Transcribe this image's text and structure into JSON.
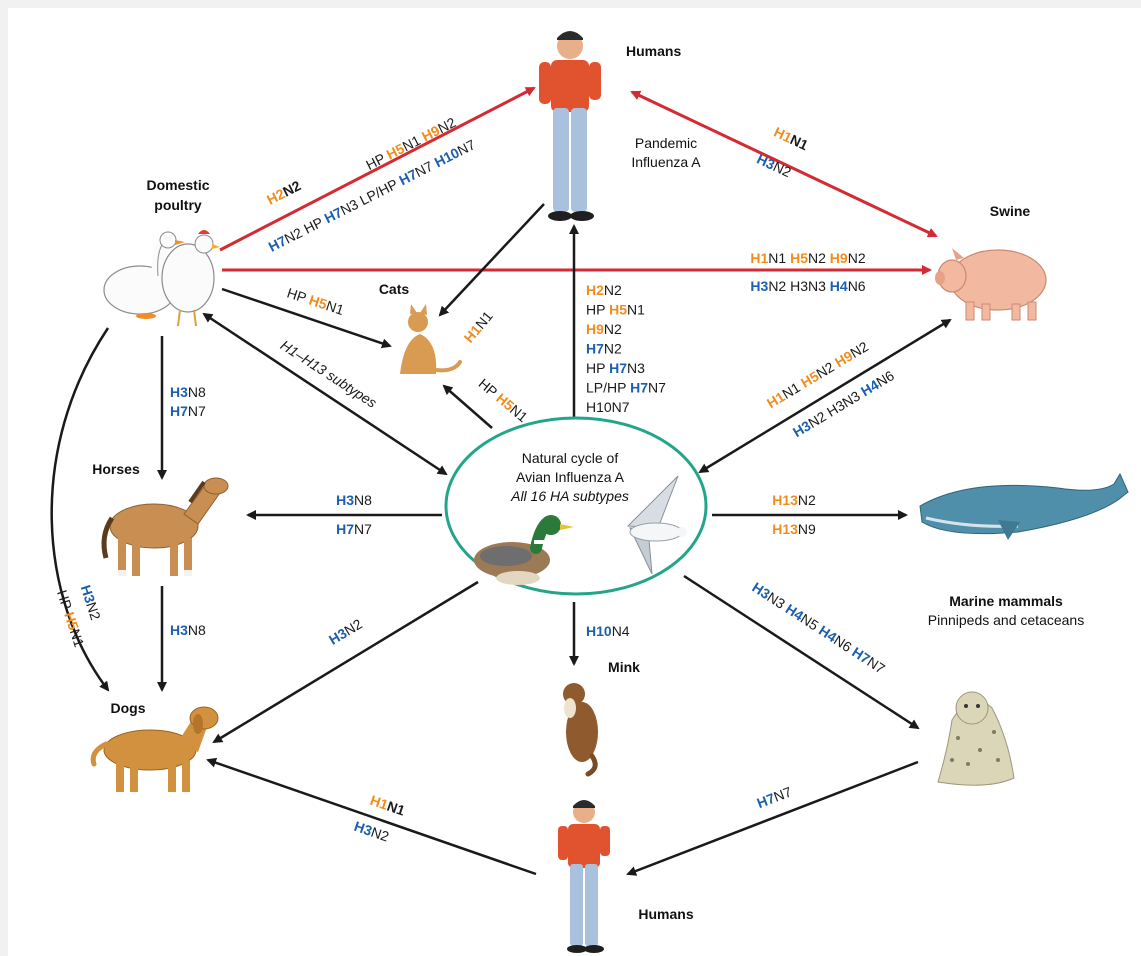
{
  "nodes": {
    "humans_top": "Humans",
    "humans_bottom": "Humans",
    "domestic_poultry_1": "Domestic",
    "domestic_poultry_2": "poultry",
    "swine": "Swine",
    "cats": "Cats",
    "horses": "Horses",
    "dogs": "Dogs",
    "mink": "Mink",
    "marine_mammals": "Marine mammals",
    "marine_mammals_sub": "Pinnipeds and cetaceans"
  },
  "center": {
    "line1": "Natural cycle of",
    "line2": "Avian Influenza A",
    "line3": "All 16 HA subtypes"
  },
  "notes": {
    "pandemic_1": "Pandemic",
    "pandemic_2": "Influenza A",
    "subtypes_range": "H1–H13 subtypes"
  },
  "labels": {
    "poultry_humans_1": [
      [
        "HP ",
        ""
      ],
      [
        "H5",
        "o"
      ],
      [
        "N1  ",
        ""
      ],
      [
        "H9",
        "o"
      ],
      [
        "N2",
        ""
      ]
    ],
    "poultry_humans_2": [
      [
        "H2",
        "o"
      ],
      [
        "N2",
        "bd"
      ]
    ],
    "poultry_humans_3": [
      [
        "H7",
        "b"
      ],
      [
        "N2  HP ",
        ""
      ],
      [
        "H7",
        "b"
      ],
      [
        "N3  LP/HP  ",
        ""
      ],
      [
        "H7",
        "b"
      ],
      [
        "N7  ",
        ""
      ],
      [
        "H10",
        "b"
      ],
      [
        "N7",
        ""
      ]
    ],
    "humans_swine_1": [
      [
        "H1",
        "o"
      ],
      [
        "N1",
        "bd"
      ]
    ],
    "humans_swine_2": [
      [
        "H3",
        "b"
      ],
      [
        "N2",
        ""
      ]
    ],
    "poultry_swine_1": [
      [
        "H1",
        "o"
      ],
      [
        "N1   ",
        ""
      ],
      [
        "H5",
        "o"
      ],
      [
        "N2   ",
        ""
      ],
      [
        "H9",
        "o"
      ],
      [
        "N2",
        ""
      ]
    ],
    "poultry_swine_2": [
      [
        "H3",
        "b"
      ],
      [
        "N2   H3N3   ",
        ""
      ],
      [
        "H4",
        "b"
      ],
      [
        "N6",
        ""
      ]
    ],
    "poultry_cats": [
      [
        "HP ",
        ""
      ],
      [
        "H5",
        "o"
      ],
      [
        "N1",
        ""
      ]
    ],
    "cats_humans": [
      [
        "H1",
        "o"
      ],
      [
        "N1",
        ""
      ]
    ],
    "cycle_cats": [
      [
        "HP ",
        ""
      ],
      [
        "H5",
        "o"
      ],
      [
        "N1",
        ""
      ]
    ],
    "cycle_humans": [
      [
        [
          "H2",
          "o"
        ],
        [
          "N2",
          ""
        ]
      ],
      [
        [
          "HP ",
          ""
        ],
        [
          "H5",
          "o"
        ],
        [
          "N1",
          ""
        ]
      ],
      [
        [
          "H9",
          "o"
        ],
        [
          "N2",
          ""
        ]
      ],
      [
        [
          "H7",
          "b"
        ],
        [
          "N2",
          ""
        ]
      ],
      [
        [
          "HP ",
          ""
        ],
        [
          "H7",
          "b"
        ],
        [
          "N3",
          ""
        ]
      ],
      [
        [
          "LP/HP ",
          ""
        ],
        [
          "H7",
          "b"
        ],
        [
          "N7",
          ""
        ]
      ],
      [
        [
          "H10N7",
          ""
        ]
      ]
    ],
    "cycle_swine_1": [
      [
        "H1",
        "o"
      ],
      [
        "N1  ",
        ""
      ],
      [
        "H5",
        "o"
      ],
      [
        "N2  ",
        ""
      ],
      [
        "H9",
        "o"
      ],
      [
        "N2",
        ""
      ]
    ],
    "cycle_swine_2": [
      [
        "H3",
        "b"
      ],
      [
        "N2  H3N3  ",
        ""
      ],
      [
        "H4",
        "b"
      ],
      [
        "N6",
        ""
      ]
    ],
    "poultry_horses_1": [
      [
        "H3",
        "b"
      ],
      [
        "N8",
        ""
      ]
    ],
    "poultry_horses_2": [
      [
        "H7",
        "b"
      ],
      [
        "N7",
        ""
      ]
    ],
    "cycle_horses_1": [
      [
        "H3",
        "b"
      ],
      [
        "N8",
        ""
      ]
    ],
    "cycle_horses_2": [
      [
        "H7",
        "b"
      ],
      [
        "N7",
        ""
      ]
    ],
    "horses_dogs": [
      [
        "H3",
        "b"
      ],
      [
        "N8",
        ""
      ]
    ],
    "poultry_dogs_1": [
      [
        "H3",
        "b"
      ],
      [
        "N2",
        ""
      ]
    ],
    "poultry_dogs_2": [
      [
        "HP ",
        ""
      ],
      [
        "H5",
        "o"
      ],
      [
        "N1",
        ""
      ]
    ],
    "cycle_whale_1": [
      [
        "H13",
        "o"
      ],
      [
        "N2",
        ""
      ]
    ],
    "cycle_whale_2": [
      [
        "H13",
        "o"
      ],
      [
        "N9",
        ""
      ]
    ],
    "cycle_mink": [
      [
        "H10",
        "b"
      ],
      [
        "N4",
        ""
      ]
    ],
    "cycle_dogs": [
      [
        "H3",
        "b"
      ],
      [
        "N2",
        ""
      ]
    ],
    "cycle_seal": [
      [
        "H3",
        "b"
      ],
      [
        "N3  ",
        ""
      ],
      [
        "H4",
        "b"
      ],
      [
        "N5  ",
        ""
      ],
      [
        "H4",
        "b"
      ],
      [
        "N6  ",
        ""
      ],
      [
        "H7",
        "b"
      ],
      [
        "N7",
        ""
      ]
    ],
    "seal_humans": [
      [
        "H7",
        "b"
      ],
      [
        "N7",
        ""
      ]
    ],
    "humans_dogs_1": [
      [
        "H1",
        "o"
      ],
      [
        "N1",
        "bd"
      ]
    ],
    "humans_dogs_2": [
      [
        "H3",
        "b"
      ],
      [
        "N2",
        ""
      ]
    ]
  },
  "colors": {
    "orange": "#f28c1e",
    "blue": "#1c5fb0",
    "red_arrow": "#d42a33",
    "black_arrow": "#1a1a1a",
    "ellipse": "#23a58a"
  }
}
